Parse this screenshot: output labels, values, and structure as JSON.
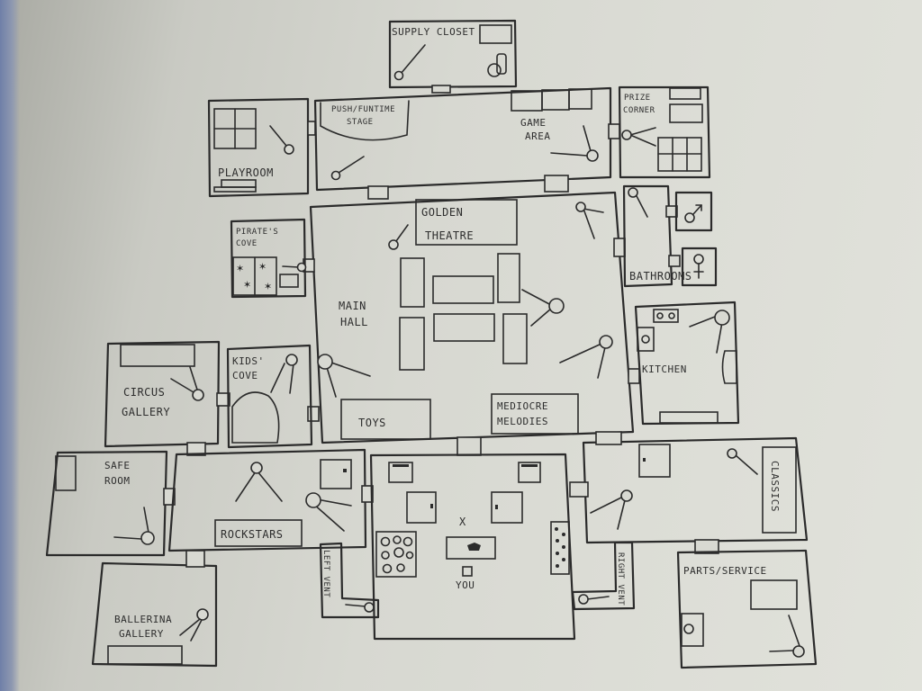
{
  "rooms": {
    "supply_closet": "SUPPLY CLOSET",
    "playroom": "PLAYROOM",
    "stage_l1": "PUSH/FUNTIME",
    "stage_l2": "STAGE",
    "game_area_l1": "GAME",
    "game_area_l2": "AREA",
    "prize_l1": "PRIZE",
    "prize_l2": "CORNER",
    "golden_l1": "GOLDEN",
    "golden_l2": "THEATRE",
    "pirate_l1": "PIRATE'S",
    "pirate_l2": "COVE",
    "bathrooms": "BATHROOMS",
    "main_l1": "MAIN",
    "main_l2": "HALL",
    "kitchen": "KITCHEN",
    "circus_l1": "CIRCUS",
    "circus_l2": "GALLERY",
    "kids_l1": "KIDS'",
    "kids_l2": "COVE",
    "toys": "TOYS",
    "mediocre_l1": "MEDIOCRE",
    "mediocre_l2": "MELODIES",
    "safe_l1": "SAFE",
    "safe_l2": "ROOM",
    "rockstars": "ROCKSTARS",
    "classics": "CLASSICS",
    "left_vent": "LEFT VENT",
    "right_vent": "RIGHT VENT",
    "parts_service": "PARTS/SERVICE",
    "ballerina_l1": "BALLERINA",
    "ballerina_l2": "GALLERY",
    "you": "YOU",
    "marker": "X"
  },
  "icons": [
    "camera-icon",
    "male-symbol-icon",
    "female-symbol-icon",
    "table-icon",
    "window-icon",
    "desk-icon",
    "player-marker-icon"
  ]
}
